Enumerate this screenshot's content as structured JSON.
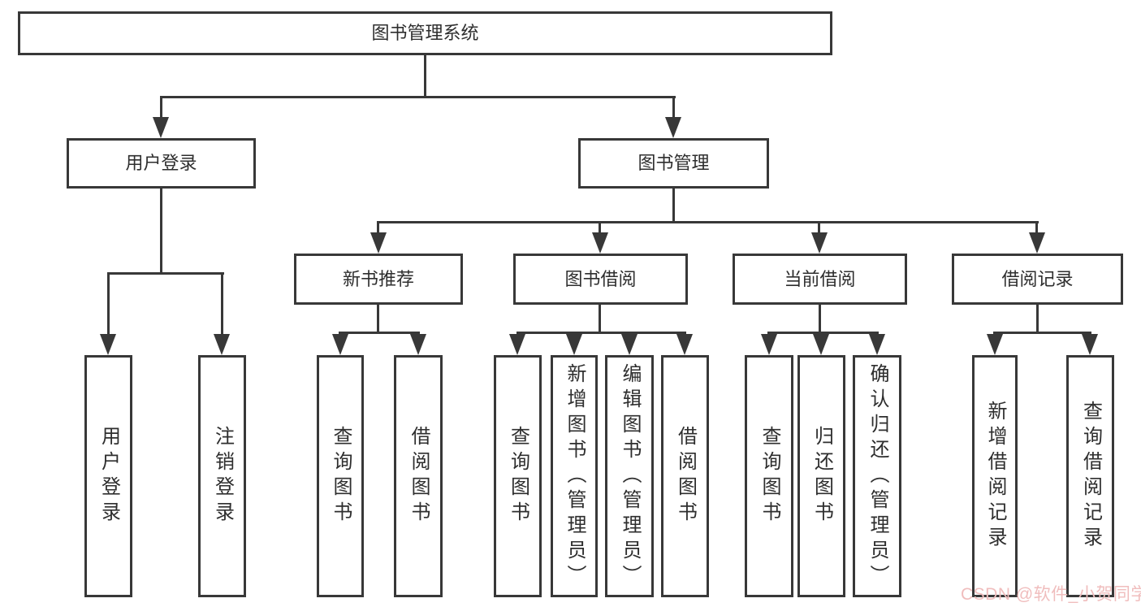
{
  "tree": {
    "label": "图书管理系统",
    "children": [
      {
        "label": "用户登录",
        "children": [
          {
            "label": "用户登录"
          },
          {
            "label": "注销登录"
          }
        ]
      },
      {
        "label": "图书管理",
        "children": [
          {
            "label": "新书推荐",
            "children": [
              {
                "label": "查询图书"
              },
              {
                "label": "借阅图书"
              }
            ]
          },
          {
            "label": "图书借阅",
            "children": [
              {
                "label": "查询图书"
              },
              {
                "label": "新增图书（管理员）"
              },
              {
                "label": "编辑图书（管理员）"
              },
              {
                "label": "借阅图书"
              }
            ]
          },
          {
            "label": "当前借阅",
            "children": [
              {
                "label": "查询图书"
              },
              {
                "label": "归还图书"
              },
              {
                "label": "确认归还（管理员）"
              }
            ]
          },
          {
            "label": "借阅记录",
            "children": [
              {
                "label": "新增借阅记录"
              },
              {
                "label": "查询借阅记录"
              }
            ]
          }
        ]
      }
    ]
  },
  "watermark": "CSDN @软件_小贺同学",
  "colors": {
    "line": "#383838",
    "text": "#2e2e2e",
    "background": "#ffffff",
    "watermark": "#f0bdbd"
  }
}
